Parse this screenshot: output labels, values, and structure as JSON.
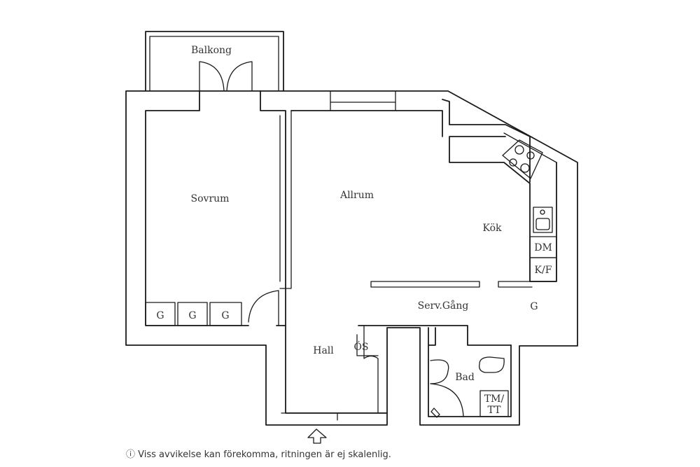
{
  "rooms": {
    "balcony": "Balkong",
    "bedroom": "Sovrum",
    "living": "Allrum",
    "kitchen": "Kök",
    "dishwasher": "DM",
    "fridge": "K/F",
    "service_hall": "Serv.Gång",
    "hall": "Hall",
    "coat_closet": "ÖS",
    "bathroom": "Bad",
    "washer_dryer": "TM/\nTT",
    "washer_dryer_line1": "TM/",
    "washer_dryer_line2": "TT"
  },
  "closets": [
    "G",
    "G",
    "G",
    "G"
  ],
  "footer": {
    "icon": "info-circle-icon",
    "note": "Viss avvikelse kan förekomma, ritningen är ej skalenlig."
  }
}
